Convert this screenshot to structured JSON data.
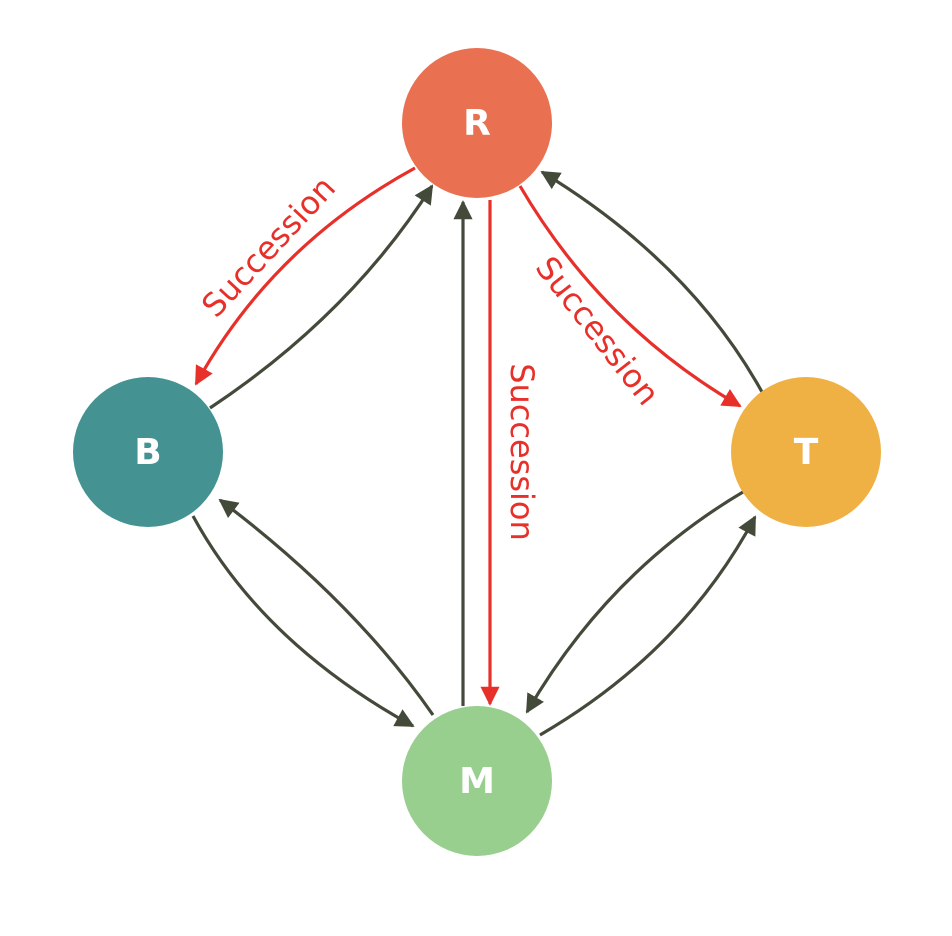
{
  "nodes": {
    "R": {
      "label": "R",
      "color": "#EA7052"
    },
    "B": {
      "label": "B",
      "color": "#449392"
    },
    "T": {
      "label": "T",
      "color": "#F0B144"
    },
    "M": {
      "label": "M",
      "color": "#98CE8E"
    }
  },
  "edges": {
    "r_to_b": {
      "from": "R",
      "to": "B",
      "kind": "succession",
      "label": "Succession"
    },
    "r_to_m": {
      "from": "R",
      "to": "M",
      "kind": "succession",
      "label": "Succession"
    },
    "r_to_t": {
      "from": "R",
      "to": "T",
      "kind": "succession",
      "label": "Succession"
    },
    "b_to_r": {
      "from": "B",
      "to": "R",
      "kind": "transition"
    },
    "m_to_r": {
      "from": "M",
      "to": "R",
      "kind": "transition"
    },
    "t_to_r": {
      "from": "T",
      "to": "R",
      "kind": "transition"
    },
    "b_to_m": {
      "from": "B",
      "to": "M",
      "kind": "transition"
    },
    "m_to_b": {
      "from": "M",
      "to": "B",
      "kind": "transition"
    },
    "t_to_m": {
      "from": "T",
      "to": "M",
      "kind": "transition"
    },
    "m_to_t": {
      "from": "M",
      "to": "T",
      "kind": "transition"
    }
  },
  "colors": {
    "succession": "#E8302A",
    "transition": "#434A3A"
  }
}
